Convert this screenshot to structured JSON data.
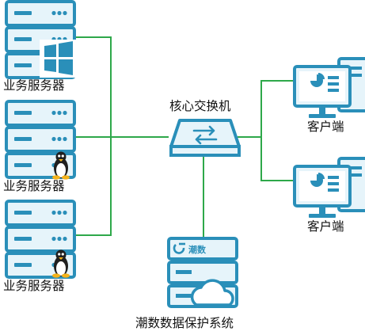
{
  "nodes": {
    "server_1": {
      "label": "业务服务器",
      "os": "windows-logo-icon"
    },
    "server_2": {
      "label": "业务服务器",
      "os": "linux-penguin-icon"
    },
    "server_3": {
      "label": "业务服务器",
      "os": "linux-penguin-icon"
    },
    "switch": {
      "label": "核心交换机"
    },
    "client_1": {
      "label": "客户端"
    },
    "client_2": {
      "label": "客户端"
    },
    "backup": {
      "label": "潮数数据保护系统",
      "brand_text": "潮数"
    }
  },
  "colors": {
    "device_blue": "#2a8fb9",
    "device_light": "#e6f4fa",
    "link_green": "#2ea84a",
    "text": "#111111"
  }
}
